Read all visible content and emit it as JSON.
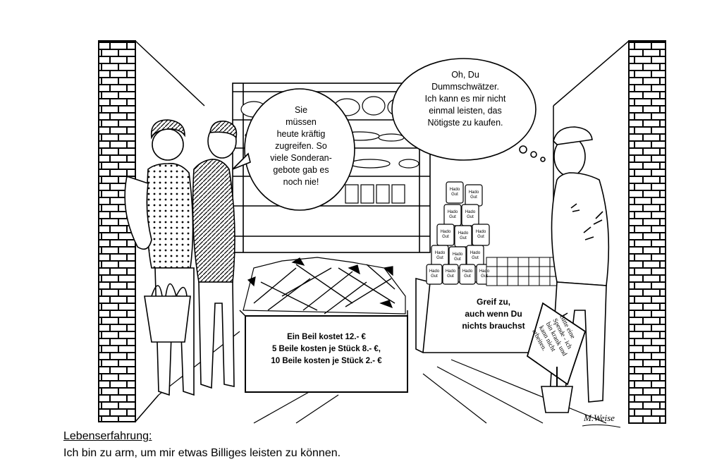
{
  "cartoon": {
    "bubble_seller": "Sie\nmüssen\nheute kräftig\nzugreifen. So\nviele Sonderan-\ngebote gab es\nnoch nie!",
    "bubble_poor_man": "Oh, Du\nDummschwätzer.\nIch kann es mir nicht\neinmal leisten, das\nNötigste zu kaufen.",
    "sign_axes": "Ein Beil kostet 12.- €\n5 Beile kosten je Stück 8.- €,\n10 Beile kosten je Stück 2.- €",
    "sign_counter": "Greif zu,\nauch wenn Du\nnichts brauchst",
    "sign_poor_man": "Bitte eine\nSpende - ich\nbin krank und\nkann nicht\narbeiten.",
    "can_label": "Hado\nGut",
    "signature": "M.Weise"
  },
  "caption": {
    "title": "Lebenserfahrung:",
    "text": "Ich bin zu arm, um mir etwas Billiges leisten zu können."
  }
}
